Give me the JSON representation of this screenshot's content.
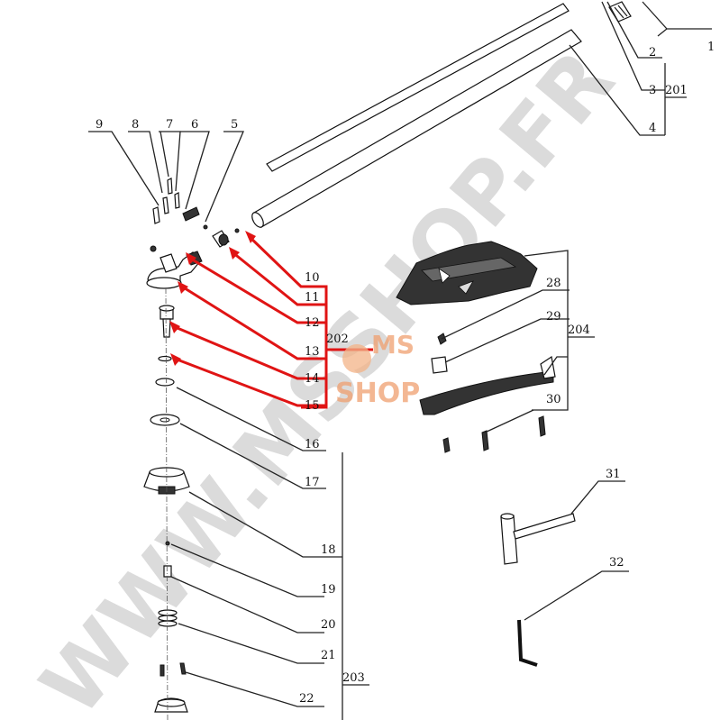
{
  "watermark": "WWW.MSSHOP.FR",
  "logo": {
    "line1": "MS",
    "line2": "SHOP"
  },
  "part_numbers": [
    "1",
    "2",
    "3",
    "4",
    "5",
    "6",
    "7",
    "8",
    "9",
    "10",
    "11",
    "12",
    "13",
    "14",
    "15",
    "16",
    "17",
    "18",
    "19",
    "20",
    "21",
    "22",
    "28",
    "29",
    "30",
    "31",
    "32"
  ],
  "assembly_numbers": [
    "201",
    "202",
    "203",
    "204"
  ],
  "colors": {
    "highlight": "#e01414",
    "watermark": "#c8c8c8",
    "logo": "#f0a878",
    "lines": "#222222"
  }
}
